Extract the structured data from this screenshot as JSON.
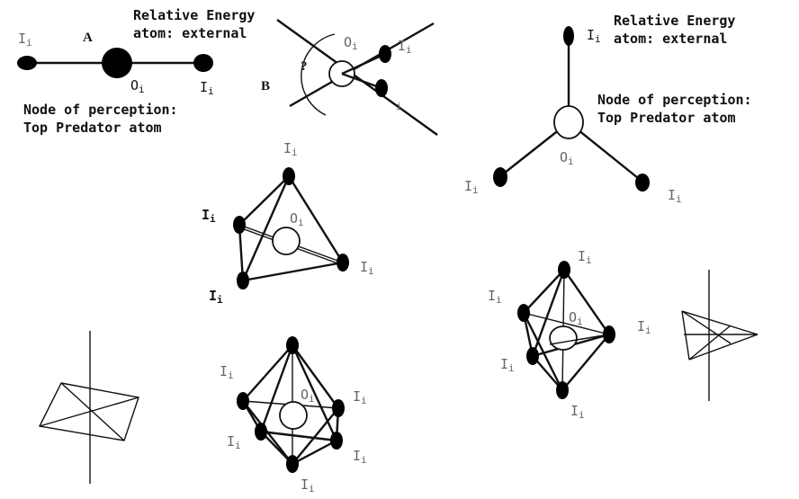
{
  "annotations": {
    "relative_energy_1": "Relative Energy",
    "atom_external_1": "atom: external",
    "node_perception_1": "Node of perception:",
    "top_predator_1": "Top Predator atom",
    "relative_energy_2": "Relative Energy",
    "atom_external_2": "atom: external",
    "node_perception_2": "Node of perception:",
    "top_predator_2": "Top Predator atom"
  },
  "labels": {
    "A": "A",
    "B": "B",
    "question": "?",
    "O": "O",
    "O_sub": "i",
    "I": "I",
    "I_sub": "i"
  }
}
